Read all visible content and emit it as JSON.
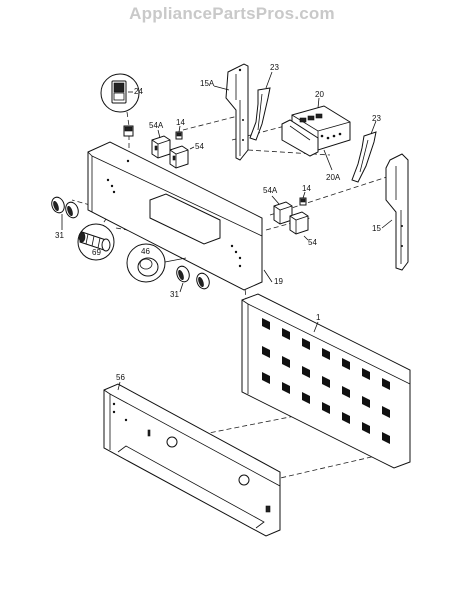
{
  "watermark": "AppliancePartsPros.com",
  "callouts": {
    "c24": "24",
    "c15a": "15A",
    "c23a": "23",
    "c20": "20",
    "c54a_top": "54A",
    "c14_top": "14",
    "c54_top": "54",
    "c20a": "20A",
    "c23b": "23",
    "c15": "15",
    "c54a_mid": "54A",
    "c14_mid": "14",
    "c54_mid": "54",
    "c31_left": "31",
    "c69": "69",
    "c46": "46",
    "c19": "19",
    "c31_bottom": "31",
    "c1": "1",
    "c56": "56"
  }
}
